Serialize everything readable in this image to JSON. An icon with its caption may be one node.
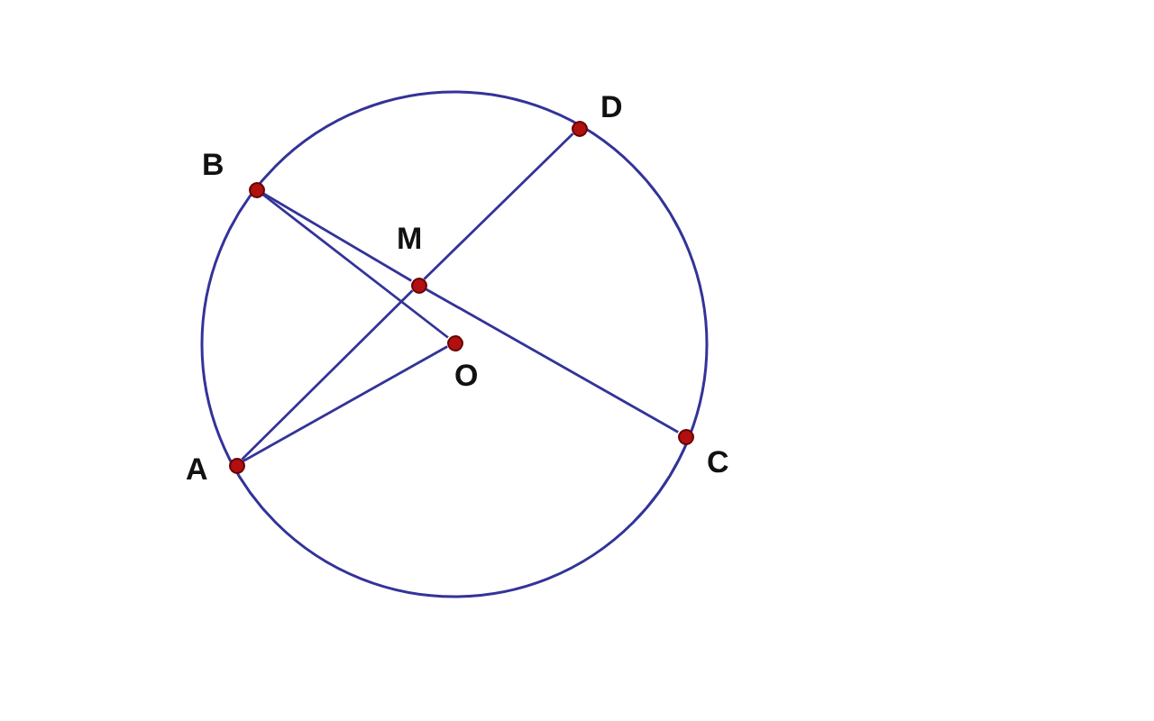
{
  "diagram": {
    "nodes": [
      {
        "text": [],
        "shape": "circle",
        "beside": [
          "B"
        ]
      },
      {
        "text": [],
        "shape": "circle",
        "beside": [
          "D"
        ]
      },
      {
        "text": [],
        "shape": "circle",
        "beside": [
          "M"
        ]
      },
      {
        "text": [],
        "shape": "circle",
        "beside": [
          "O"
        ]
      },
      {
        "text": [],
        "shape": "circle",
        "beside": [
          "A"
        ]
      },
      {
        "text": [],
        "shape": "circle",
        "beside": [
          "C"
        ]
      }
    ],
    "edges": [
      {
        "from": 0,
        "to": 2,
        "arrow": "none"
      },
      {
        "from": 2,
        "to": 5,
        "arrow": "none"
      },
      {
        "from": 4,
        "to": 2,
        "arrow": "none"
      },
      {
        "from": 2,
        "to": 1,
        "arrow": "none"
      },
      {
        "from": 0,
        "to": 3,
        "arrow": "none"
      },
      {
        "from": 4,
        "to": 3,
        "arrow": "none"
      }
    ]
  }
}
